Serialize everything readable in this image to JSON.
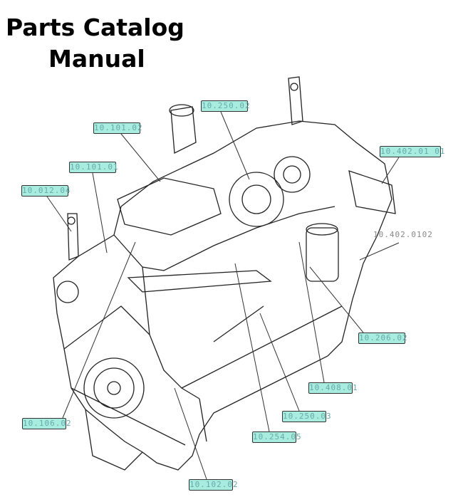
{
  "title": {
    "line1": "Parts Catalog",
    "line2": "Manual"
  },
  "callouts": [
    {
      "id": "c1",
      "text": "10.250.02"
    },
    {
      "id": "c2",
      "text": "10.101.02"
    },
    {
      "id": "c3",
      "text": "10.101.01"
    },
    {
      "id": "c4",
      "text": "10.012.04"
    },
    {
      "id": "c5",
      "text": "10.402.01 01"
    },
    {
      "id": "c6",
      "text": "10.402.0102"
    },
    {
      "id": "c7",
      "text": "10.206.02"
    },
    {
      "id": "c8",
      "text": "10.408.01"
    },
    {
      "id": "c9",
      "text": "10.250.03"
    },
    {
      "id": "c10",
      "text": "10.254.05"
    },
    {
      "id": "c11",
      "text": "10.106.02"
    },
    {
      "id": "c12",
      "text": "10.102.02"
    }
  ],
  "colors": {
    "label_fill": "#a8ece0",
    "label_border": "#333333"
  }
}
